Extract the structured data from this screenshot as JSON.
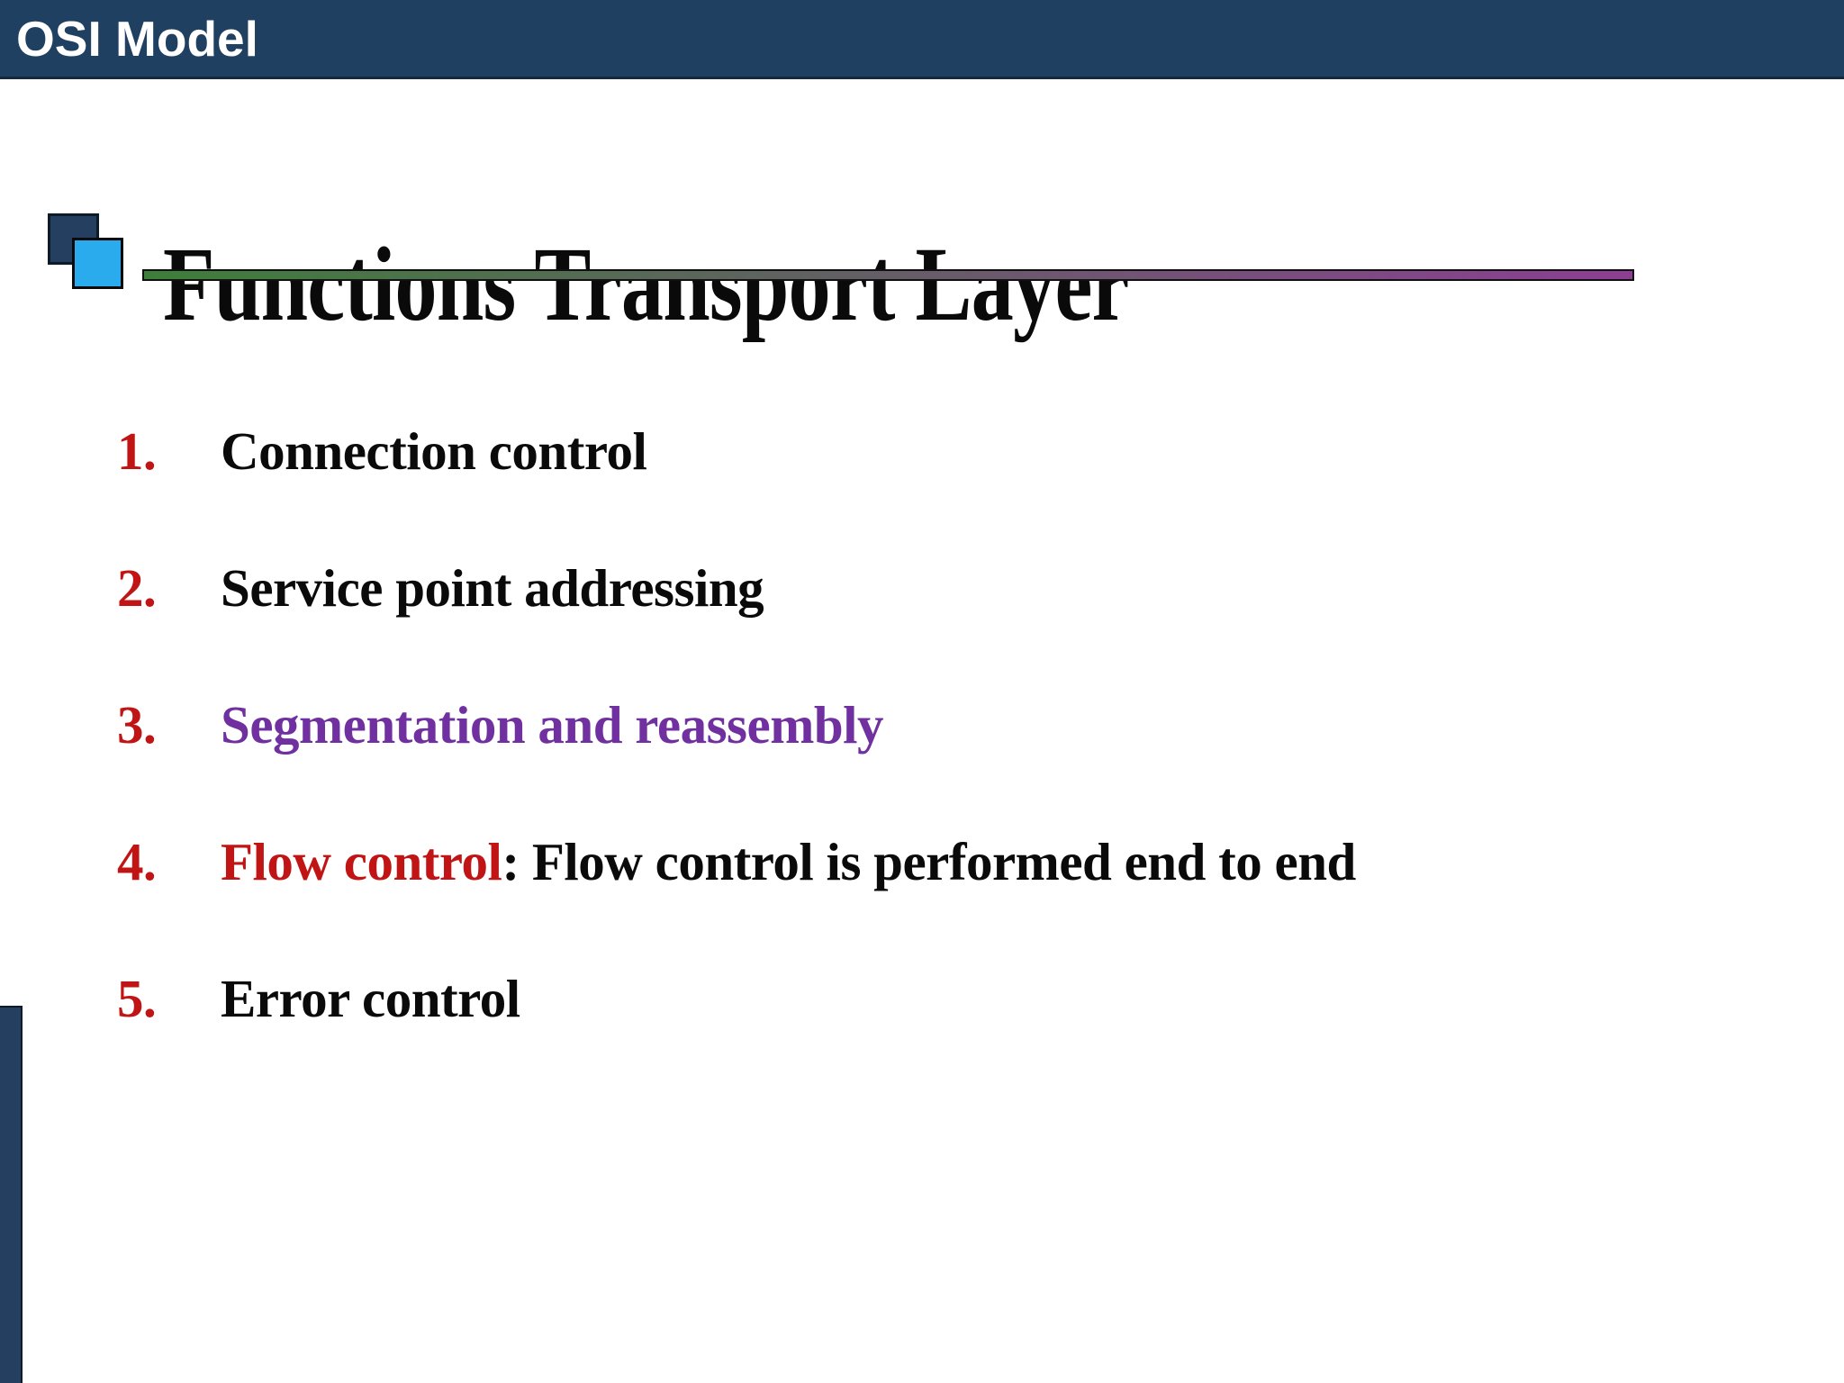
{
  "theme": {
    "header_bg": "#204061",
    "header_border": "#15293F",
    "navy": "#243F5F",
    "cyan": "#29ABEE",
    "line_from": "#3E7E3A",
    "line_to": "#8C3E93",
    "red": "#C11414",
    "purple": "#7030A0",
    "black": "#0A0A0A"
  },
  "header": {
    "title": "OSI Model"
  },
  "slide": {
    "title": "Functions Transport Layer",
    "list": [
      {
        "number": "1.",
        "segments": [
          {
            "text": "Connection control",
            "color": "black"
          }
        ]
      },
      {
        "number": "2.",
        "segments": [
          {
            "text": "Service point addressing",
            "color": "black"
          }
        ]
      },
      {
        "number": "3.",
        "segments": [
          {
            "text": "Segmentation and reassembly",
            "color": "purple"
          }
        ]
      },
      {
        "number": "4.",
        "segments": [
          {
            "text": "Flow control",
            "color": "red"
          },
          {
            "text": ": Flow control is performed end to end",
            "color": "black"
          }
        ]
      },
      {
        "number": "5.",
        "segments": [
          {
            "text": "Error control",
            "color": "black"
          }
        ]
      }
    ]
  }
}
